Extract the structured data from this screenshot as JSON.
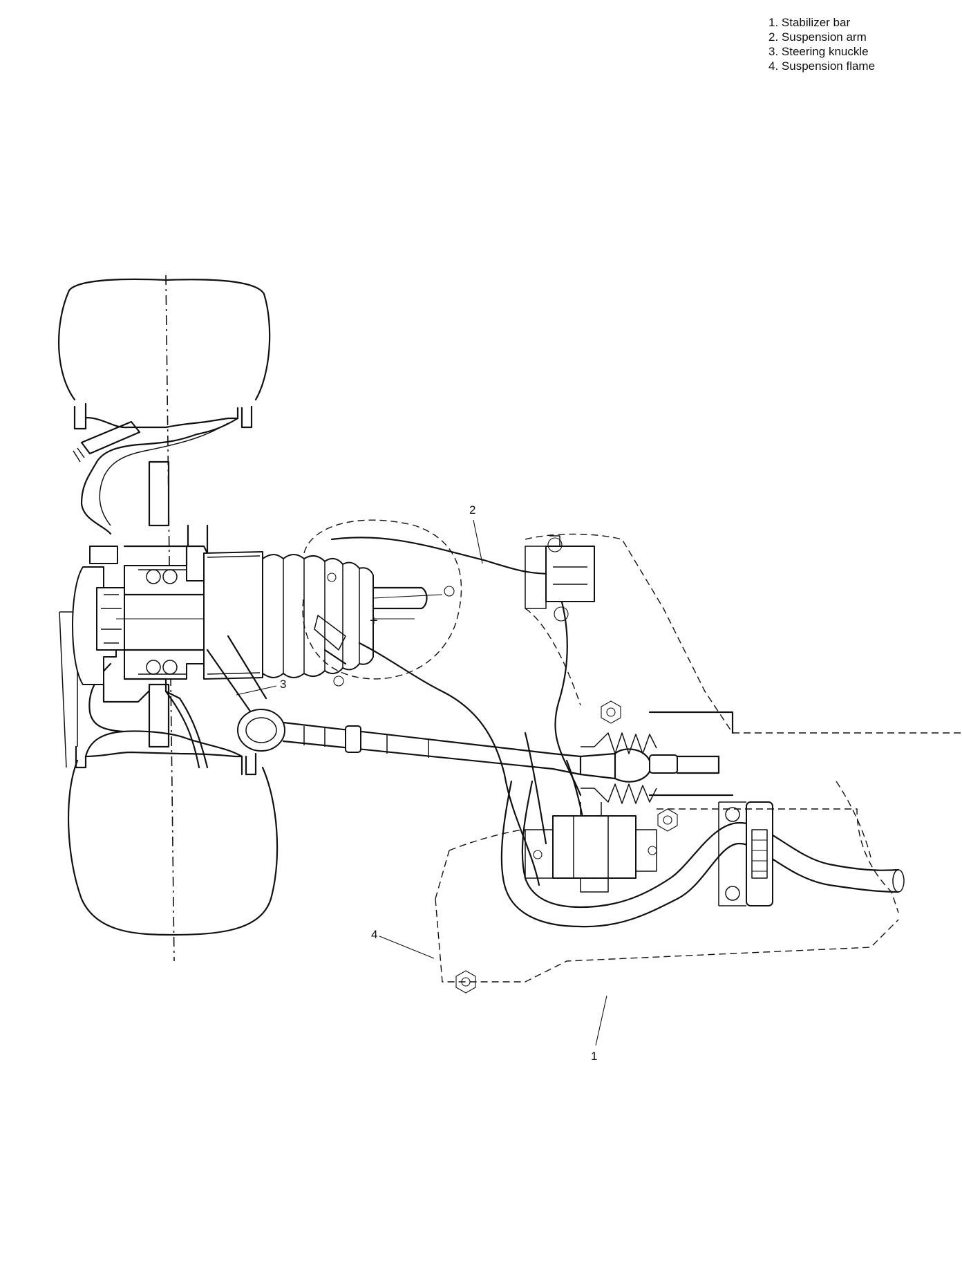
{
  "legend": {
    "items": [
      "1. Stabilizer bar",
      "2. Suspension arm",
      "3. Steering knuckle",
      "4. Suspension flame"
    ]
  },
  "callouts": {
    "c1": "1",
    "c2": "2",
    "c3": "3",
    "c4": "4"
  }
}
